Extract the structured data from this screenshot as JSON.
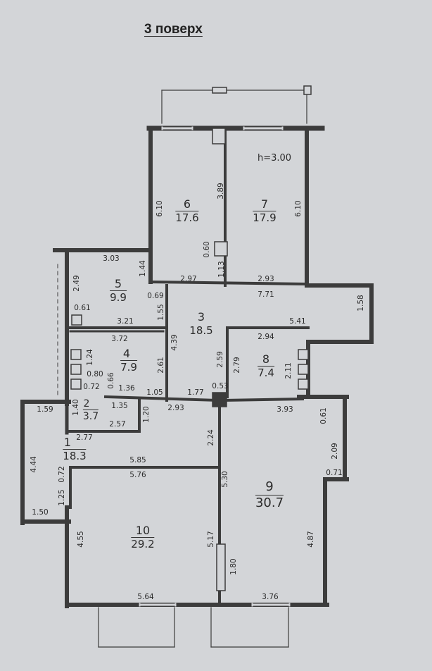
{
  "title": "3 поверх",
  "height_note": "h=3.00",
  "rooms": [
    {
      "number": "1",
      "area": "18.3"
    },
    {
      "number": "2",
      "area": "3.7"
    },
    {
      "number": "3",
      "area": "18.5"
    },
    {
      "number": "4",
      "area": "7.9"
    },
    {
      "number": "5",
      "area": "9.9"
    },
    {
      "number": "6",
      "area": "17.6"
    },
    {
      "number": "7",
      "area": "17.9"
    },
    {
      "number": "8",
      "area": "7.4"
    },
    {
      "number": "9",
      "area": "30.7"
    },
    {
      "number": "10",
      "area": "29.2"
    }
  ],
  "dimensions": [
    {
      "text": "6.10"
    },
    {
      "text": "3.89"
    },
    {
      "text": "6.10"
    },
    {
      "text": "0.60"
    },
    {
      "text": "1.13"
    },
    {
      "text": "3.03"
    },
    {
      "text": "1.44"
    },
    {
      "text": "2.97"
    },
    {
      "text": "2.93"
    },
    {
      "text": "7.71"
    },
    {
      "text": "2.49"
    },
    {
      "text": "0.69"
    },
    {
      "text": "1.58"
    },
    {
      "text": "0.61"
    },
    {
      "text": "1.55"
    },
    {
      "text": "3.21"
    },
    {
      "text": "5.41"
    },
    {
      "text": "3.72"
    },
    {
      "text": "4.39"
    },
    {
      "text": "2.94"
    },
    {
      "text": "1.24"
    },
    {
      "text": "2.61"
    },
    {
      "text": "2.59"
    },
    {
      "text": "2.79"
    },
    {
      "text": "2.11"
    },
    {
      "text": "0.80"
    },
    {
      "text": "0.66"
    },
    {
      "text": "0.72"
    },
    {
      "text": "1.36"
    },
    {
      "text": "1.05"
    },
    {
      "text": "1.77"
    },
    {
      "text": "0.53"
    },
    {
      "text": "1.59"
    },
    {
      "text": "1.40"
    },
    {
      "text": "1.35"
    },
    {
      "text": "2.93"
    },
    {
      "text": "3.93"
    },
    {
      "text": "0.61"
    },
    {
      "text": "1.20"
    },
    {
      "text": "2.57"
    },
    {
      "text": "2.77"
    },
    {
      "text": "2.24"
    },
    {
      "text": "2.09"
    },
    {
      "text": "4.44"
    },
    {
      "text": "5.85"
    },
    {
      "text": "5.76"
    },
    {
      "text": "0.72"
    },
    {
      "text": "5.30"
    },
    {
      "text": "0.71"
    },
    {
      "text": "1.50"
    },
    {
      "text": "1.25"
    },
    {
      "text": "4.55"
    },
    {
      "text": "5.17"
    },
    {
      "text": "4.87"
    },
    {
      "text": "1.80"
    },
    {
      "text": "5.64"
    },
    {
      "text": "3.76"
    }
  ],
  "colors": {
    "wall": "#3c3c3c",
    "paper": "#d3d5d8",
    "ink": "#2b2b2b"
  }
}
